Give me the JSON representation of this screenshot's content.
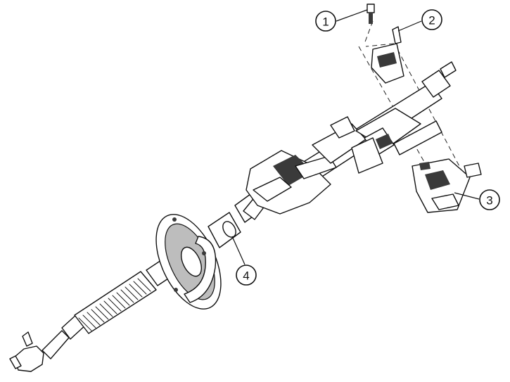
{
  "callouts": [
    {
      "id": "1",
      "label": "1"
    },
    {
      "id": "2",
      "label": "2"
    },
    {
      "id": "3",
      "label": "3"
    },
    {
      "id": "4",
      "label": "4"
    }
  ],
  "colors": {
    "line": "#111111",
    "background": "#ffffff",
    "shade": "#3a3a3a"
  }
}
